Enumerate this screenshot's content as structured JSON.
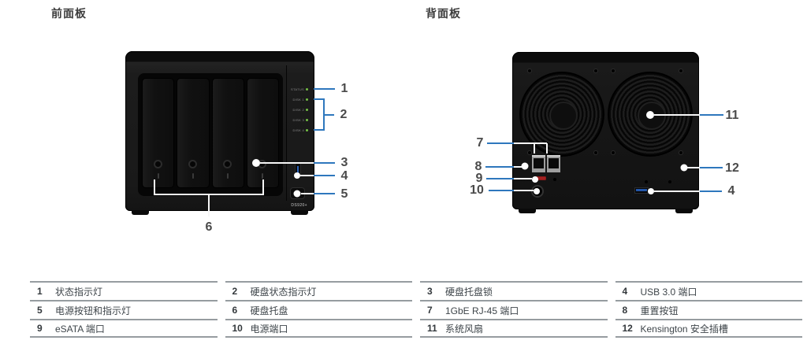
{
  "front": {
    "title": "前面板",
    "model_label": "DS920+",
    "leds": [
      "STATUS",
      "DISK 1",
      "DISK 2",
      "DISK 3",
      "DISK 4"
    ],
    "callouts": {
      "c1": "1",
      "c2": "2",
      "c3": "3",
      "c4": "4",
      "c5": "5",
      "c6": "6"
    }
  },
  "back": {
    "title": "背面板",
    "callouts": {
      "c7": "7",
      "c8": "8",
      "c9": "9",
      "c10": "10",
      "c11": "11",
      "c12": "12",
      "c4": "4"
    }
  },
  "legend": {
    "columns": [
      {
        "items": [
          {
            "num": "1",
            "label": "状态指示灯"
          },
          {
            "num": "5",
            "label": "电源按钮和指示灯"
          },
          {
            "num": "9",
            "label": "eSATA 端口"
          }
        ]
      },
      {
        "items": [
          {
            "num": "2",
            "label": "硬盘状态指示灯"
          },
          {
            "num": "6",
            "label": "硬盘托盘"
          },
          {
            "num": "10",
            "label": "电源端口"
          }
        ]
      },
      {
        "items": [
          {
            "num": "3",
            "label": "硬盘托盘锁"
          },
          {
            "num": "7",
            "label": "1GbE RJ-45 端口"
          },
          {
            "num": "11",
            "label": "系统风扇"
          }
        ]
      },
      {
        "items": [
          {
            "num": "4",
            "label": "USB 3.0 端口"
          },
          {
            "num": "8",
            "label": "重置按钮"
          },
          {
            "num": "12",
            "label": "Kensington 安全插槽"
          }
        ]
      }
    ]
  },
  "colors": {
    "leader_line": "#2e77bd",
    "led_green": "#74c044",
    "usb_blue": "#2a62b8",
    "esata_red": "#a32020",
    "table_rule": "#969ca0",
    "text": "#3e454a"
  }
}
